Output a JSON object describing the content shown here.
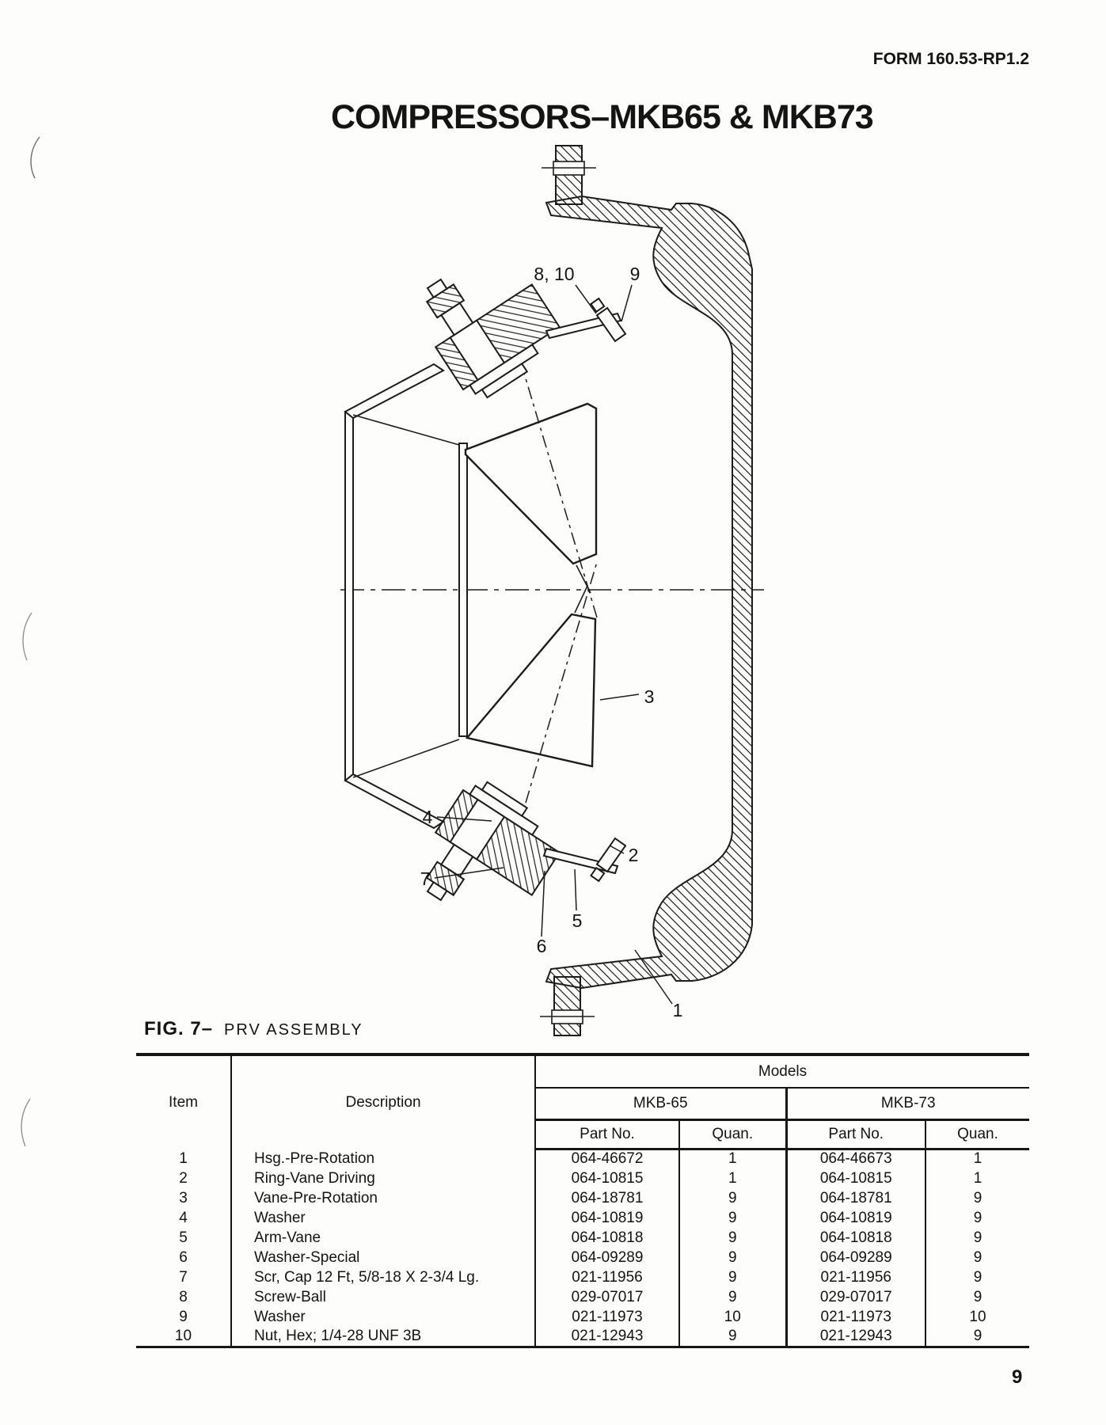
{
  "page": {
    "form_number": "FORM 160.53-RP1.2",
    "title": "COMPRESSORS–MKB65 & MKB73",
    "page_number": "9"
  },
  "figure": {
    "label": "FIG. 7–",
    "title": "PRV ASSEMBLY",
    "callouts": [
      {
        "label": "8, 10"
      },
      {
        "label": "9"
      },
      {
        "label": "3"
      },
      {
        "label": "4"
      },
      {
        "label": "2"
      },
      {
        "label": "7"
      },
      {
        "label": "5"
      },
      {
        "label": "6"
      },
      {
        "label": "1"
      }
    ]
  },
  "table": {
    "item_header": "Item",
    "description_header": "Description",
    "models_header": "Models",
    "model_columns": [
      {
        "name": "MKB-65",
        "part_header": "Part No.",
        "quan_header": "Quan."
      },
      {
        "name": "MKB-73",
        "part_header": "Part No.",
        "quan_header": "Quan."
      }
    ],
    "rows": [
      {
        "item": "1",
        "description": "Hsg.-Pre-Rotation",
        "p65": "064-46672",
        "q65": "1",
        "p73": "064-46673",
        "q73": "1"
      },
      {
        "item": "2",
        "description": "Ring-Vane Driving",
        "p65": "064-10815",
        "q65": "1",
        "p73": "064-10815",
        "q73": "1"
      },
      {
        "item": "3",
        "description": "Vane-Pre-Rotation",
        "p65": "064-18781",
        "q65": "9",
        "p73": "064-18781",
        "q73": "9"
      },
      {
        "item": "4",
        "description": "Washer",
        "p65": "064-10819",
        "q65": "9",
        "p73": "064-10819",
        "q73": "9"
      },
      {
        "item": "5",
        "description": "Arm-Vane",
        "p65": "064-10818",
        "q65": "9",
        "p73": "064-10818",
        "q73": "9"
      },
      {
        "item": "6",
        "description": "Washer-Special",
        "p65": "064-09289",
        "q65": "9",
        "p73": "064-09289",
        "q73": "9"
      },
      {
        "item": "7",
        "description": "Scr, Cap 12 Ft, 5/8-18 X 2-3/4 Lg.",
        "p65": "021-11956",
        "q65": "9",
        "p73": "021-11956",
        "q73": "9"
      },
      {
        "item": "8",
        "description": "Screw-Ball",
        "p65": "029-07017",
        "q65": "9",
        "p73": "029-07017",
        "q73": "9"
      },
      {
        "item": "9",
        "description": "Washer",
        "p65": "021-11973",
        "q65": "10",
        "p73": "021-11973",
        "q73": "10"
      },
      {
        "item": "10",
        "description": "Nut, Hex; 1/4-28 UNF 3B",
        "p65": "021-12943",
        "q65": "9",
        "p73": "021-12943",
        "q73": "9"
      }
    ]
  }
}
